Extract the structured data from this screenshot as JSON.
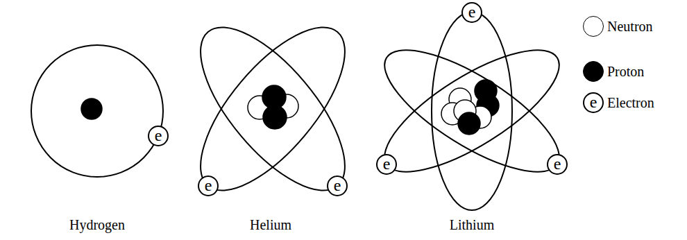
{
  "diagram": {
    "nodes": [
      {
        "text": [
          "e"
        ]
      },
      {
        "text": [
          "e"
        ]
      },
      {
        "text": [
          "e"
        ]
      },
      {
        "text": [
          "e"
        ]
      },
      {
        "text": [
          "e"
        ]
      },
      {
        "text": [
          "e"
        ]
      }
    ],
    "labels": [
      "Hydrogen",
      "Helium",
      "Lithium",
      "e"
    ],
    "legend": [
      {
        "text": "Neutron",
        "color": "#ffffff"
      },
      {
        "text": "Proton",
        "color": "#000000"
      },
      {
        "text": "Electron"
      }
    ]
  }
}
